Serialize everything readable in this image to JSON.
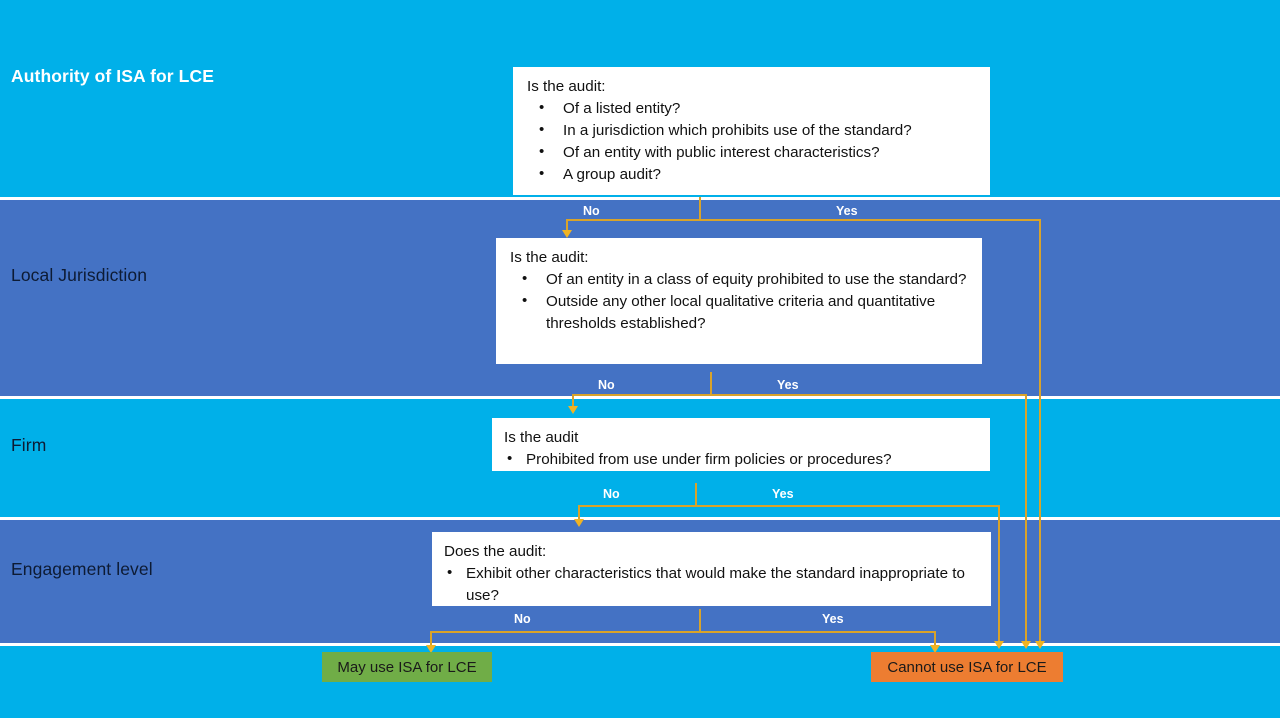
{
  "diagram": {
    "title": "Authority of ISA for LCE",
    "bands": [
      {
        "id": "authority",
        "label": "Authority of ISA for LCE"
      },
      {
        "id": "local",
        "label": "Local Jurisdiction"
      },
      {
        "id": "firm",
        "label": "Firm"
      },
      {
        "id": "engagement",
        "label": "Engagement level"
      }
    ],
    "questions": [
      {
        "id": "q1",
        "head": "Is the audit:",
        "items": [
          "Of a listed entity?",
          "In a jurisdiction which prohibits use of the standard?",
          "Of an entity with public interest characteristics?",
          "A group audit?"
        ]
      },
      {
        "id": "q2",
        "head": "Is the audit:",
        "items": [
          "Of an entity in a class of equity prohibited to use the standard?",
          "Outside any other local qualitative criteria and quantitative thresholds established?"
        ]
      },
      {
        "id": "q3",
        "head": "Is the audit",
        "items": [
          "Prohibited from use under firm policies or procedures?"
        ]
      },
      {
        "id": "q4",
        "head": "Does the audit:",
        "items": [
          "Exhibit other characteristics that would make the standard inappropriate to use?"
        ]
      }
    ],
    "branch_labels": {
      "no": "No",
      "yes": "Yes"
    },
    "outcomes": [
      {
        "id": "may",
        "label": "May use ISA for LCE",
        "color": "#70ad47"
      },
      {
        "id": "cannot",
        "label": "Cannot use ISA for LCE",
        "color": "#ed7d31"
      }
    ],
    "colors": {
      "band_cyan": "#00b0e9",
      "band_blue": "#4472c4",
      "connector": "#d9a32a",
      "arrow": "#f0b323",
      "box_fill": "#ffffff"
    }
  }
}
